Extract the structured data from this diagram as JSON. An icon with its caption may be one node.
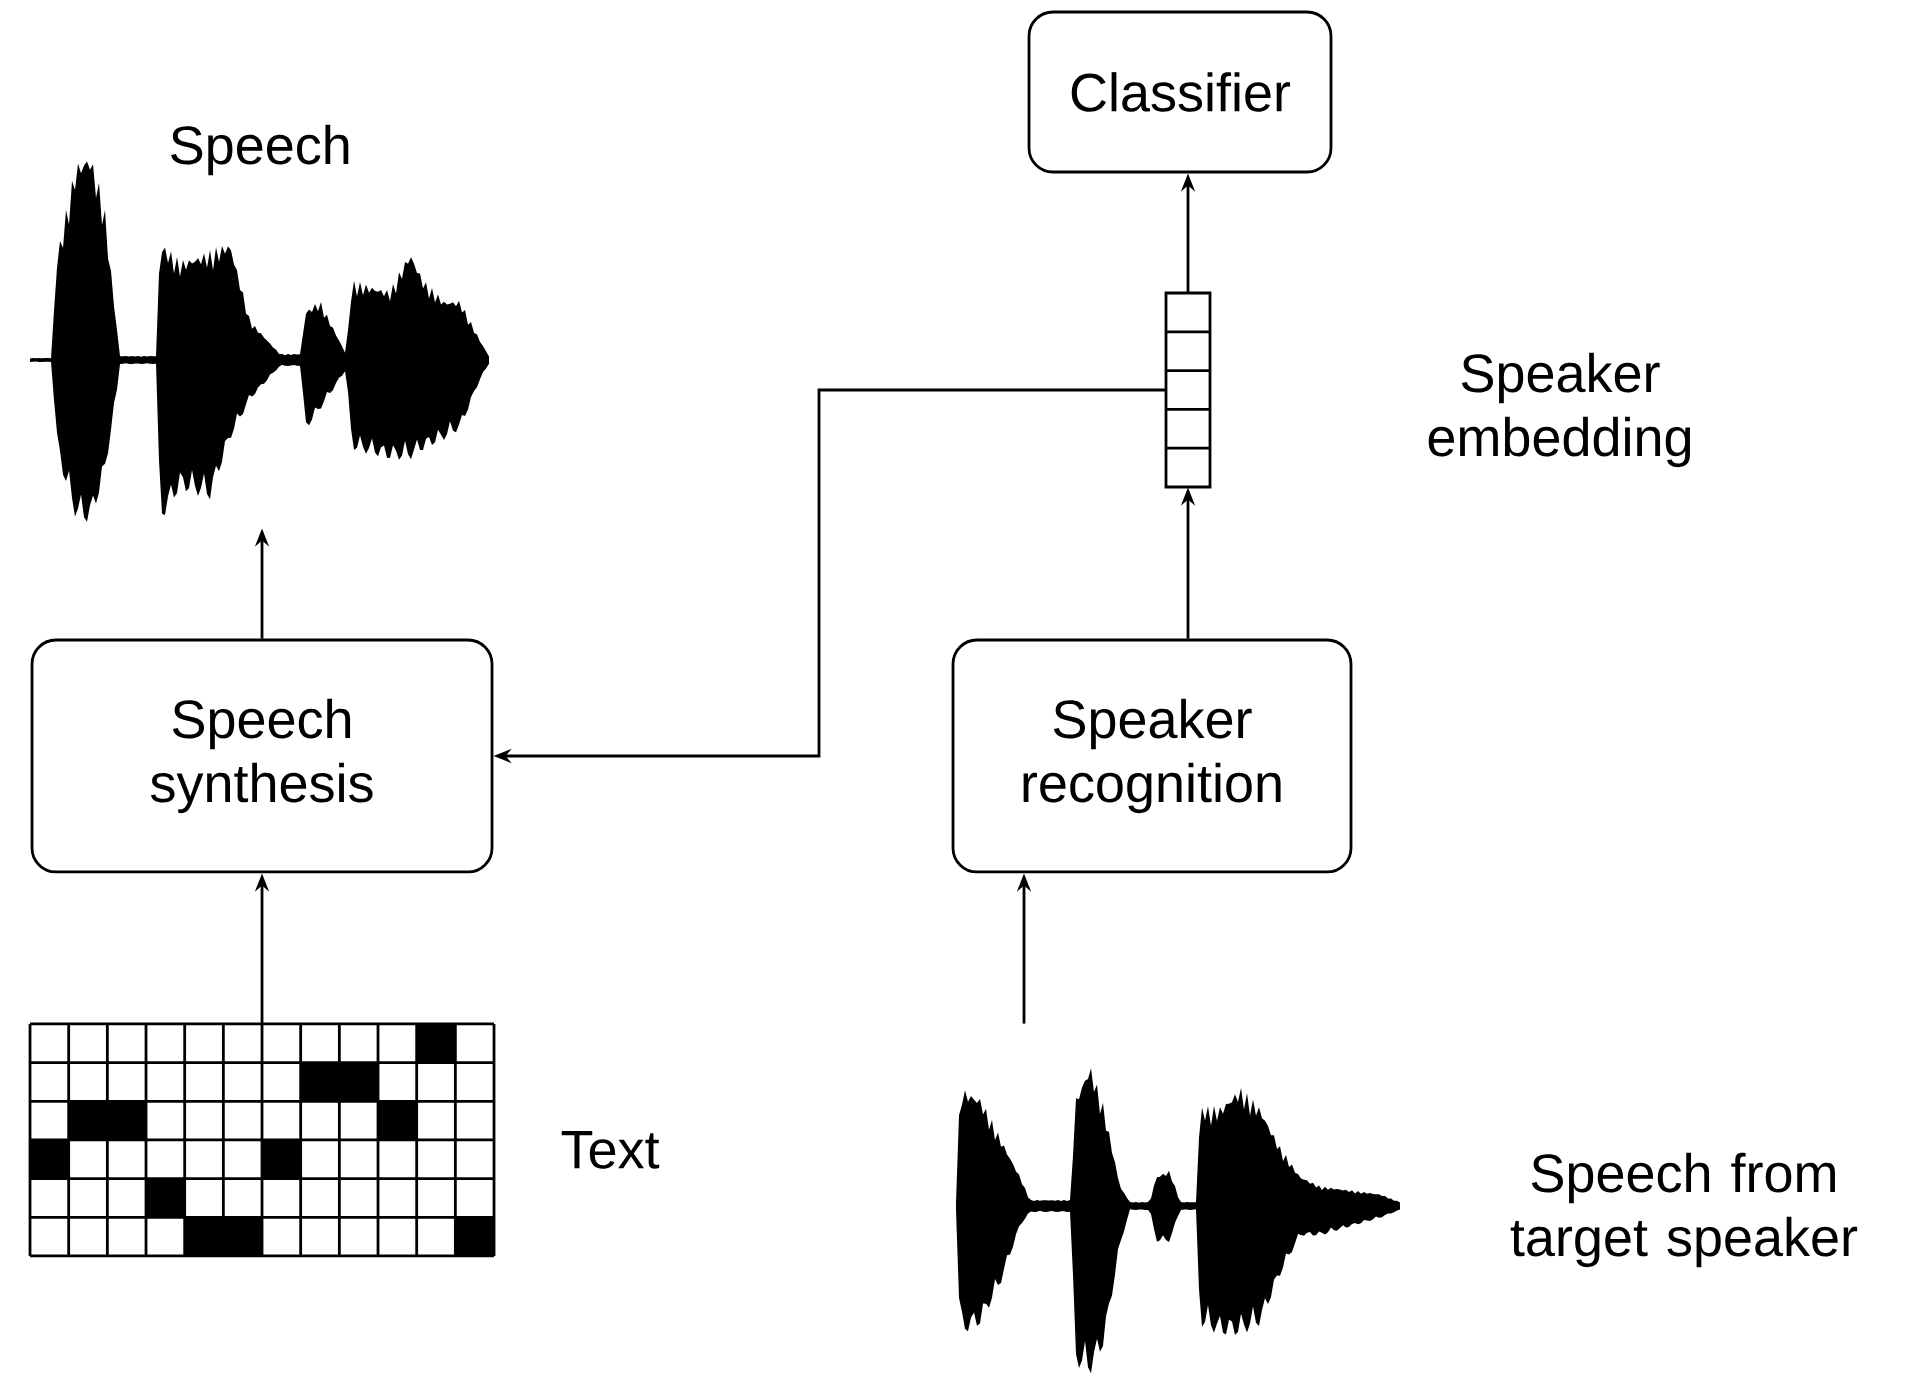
{
  "diagram": {
    "nodes": [
      {
        "text": [],
        "shape": "waveform",
        "beside": [
          "Speech"
        ]
      },
      {
        "text": [
          "Classifier"
        ]
      },
      {
        "text": [],
        "shape": "bar"
      },
      {
        "text": [
          "Speech synthesis"
        ]
      },
      {
        "text": [
          "Speaker recognition"
        ]
      },
      {
        "text": [],
        "shape": "grid",
        "beside": [
          "Text"
        ]
      },
      {
        "text": [],
        "shape": "waveform",
        "beside": [
          "Speech from target speaker"
        ]
      }
    ],
    "edges": [
      {
        "from": 3,
        "to": 0,
        "arrow": "to"
      },
      {
        "from": 2,
        "to": 1,
        "arrow": "to"
      },
      {
        "from": 2,
        "to": 3,
        "arrow": "to"
      },
      {
        "from": 4,
        "to": 2,
        "arrow": "to"
      },
      {
        "from": 5,
        "to": 3,
        "arrow": "to"
      },
      {
        "from": 6,
        "to": 4,
        "arrow": "to"
      }
    ],
    "labels": [
      "Speaker embedding"
    ]
  }
}
